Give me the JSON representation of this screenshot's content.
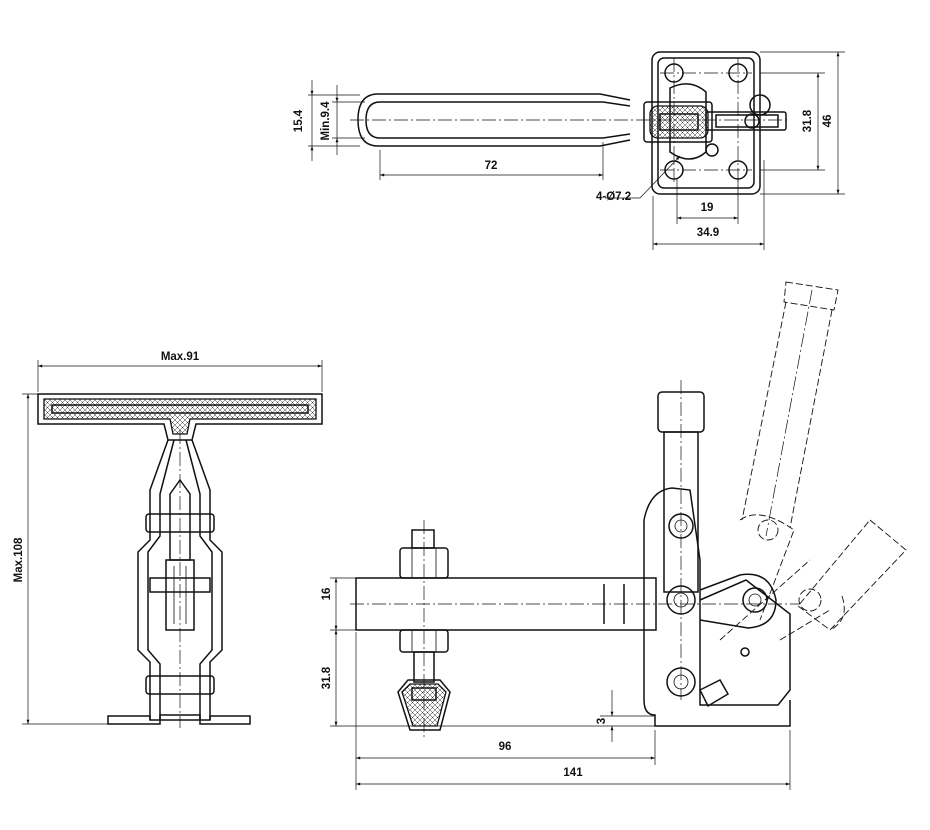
{
  "dimensions": {
    "top_height_15_4": "15.4",
    "top_min_9_4": "Min.9.4",
    "top_length_72": "72",
    "top_holes": "4-Ø7.2",
    "top_width_19": "19",
    "top_width_34_9": "34.9",
    "top_height_31_8": "31.8",
    "top_height_46": "46",
    "front_width_max91": "Max.91",
    "front_height_max108": "Max.108",
    "side_bar_16": "16",
    "side_height_31_8": "31.8",
    "side_offset_3": "3",
    "side_length_96": "96",
    "side_length_141": "141"
  }
}
